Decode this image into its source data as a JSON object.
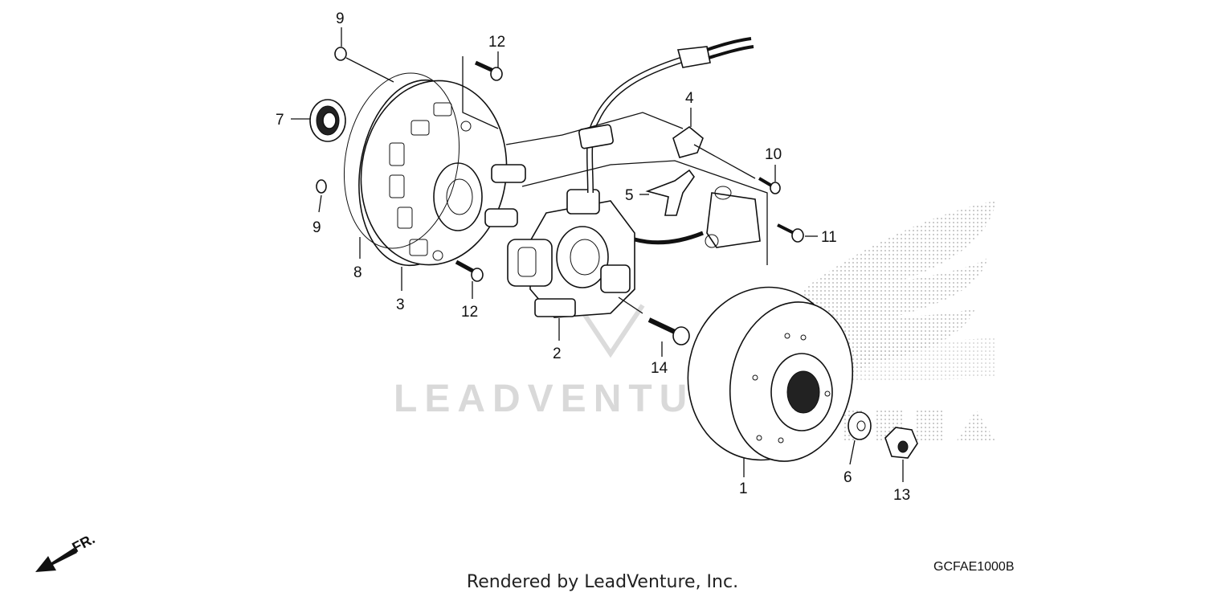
{
  "callouts": [
    {
      "id": "c1",
      "label": "1"
    },
    {
      "id": "c2",
      "label": "2"
    },
    {
      "id": "c3",
      "label": "3"
    },
    {
      "id": "c4",
      "label": "4"
    },
    {
      "id": "c5",
      "label": "5"
    },
    {
      "id": "c6",
      "label": "6"
    },
    {
      "id": "c7",
      "label": "7"
    },
    {
      "id": "c8",
      "label": "8"
    },
    {
      "id": "c9a",
      "label": "9"
    },
    {
      "id": "c9b",
      "label": "9"
    },
    {
      "id": "c10",
      "label": "10"
    },
    {
      "id": "c11",
      "label": "11"
    },
    {
      "id": "c12a",
      "label": "12"
    },
    {
      "id": "c12b",
      "label": "12"
    },
    {
      "id": "c13",
      "label": "13"
    },
    {
      "id": "c14",
      "label": "14"
    }
  ],
  "watermark": "LEADVENTURE",
  "direction_marker": "FR.",
  "diagram_code": "GCFAE1000B",
  "footer": "Rendered by LeadVenture, Inc."
}
